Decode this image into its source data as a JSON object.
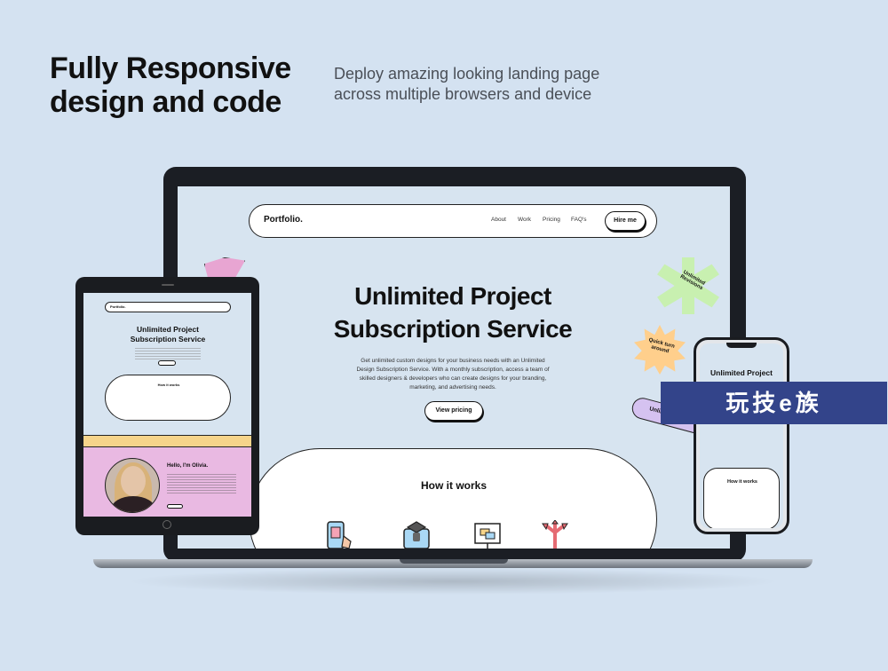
{
  "hero": {
    "title_line1": "Fully Responsive",
    "title_line2": "design and code",
    "subtitle_line1": "Deploy amazing looking landing page",
    "subtitle_line2": "across multiple browsers and device"
  },
  "laptop_site": {
    "logo": "Portfolio.",
    "nav_links": [
      "About",
      "Work",
      "Pricing",
      "FAQ's"
    ],
    "hire_button": "Hire me",
    "title_line1": "Unlimited Project",
    "title_line2": "Subscription Service",
    "description": "Get unlimited custom designs for your business needs with an Unlimited Design Subscription Service. With a monthly subscription, access a team of skilled designers & developers who can create designs for your branding, marketing, and advertising needs.",
    "cta_button": "View pricing",
    "how_title": "How it works",
    "stickers": {
      "green": "Unlimited Revisions",
      "orange": "Quick turn around",
      "purple": "Unlimited Design Requests"
    }
  },
  "tablet_site": {
    "logo": "Portfolio.",
    "title_line1": "Unlimited Project",
    "title_line2": "Subscription Service",
    "how_title": "How it works",
    "hello": "Hello, I'm Olivia."
  },
  "phone_site": {
    "title": "Unlimited Project",
    "how_title": "How it works"
  },
  "watermark": "玩技e族",
  "colors": {
    "background": "#d4e2f1",
    "pink": "#e8a5d2",
    "green": "#c8f0b0",
    "orange": "#ffcf8c",
    "purple": "#d5c2f0",
    "yellow": "#f6d48a",
    "watermark": "#33448a"
  }
}
